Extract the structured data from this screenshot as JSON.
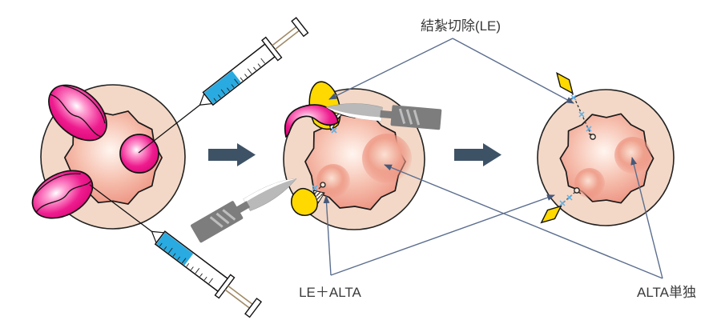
{
  "figure": {
    "type": "medical-procedure-diagram",
    "labels": {
      "top": "結紮切除(LE)",
      "bottom_left": "LE＋ALTA",
      "bottom_right": "ALTA単独"
    }
  },
  "icons": {
    "syringe": "syringe-icon",
    "scalpel": "scalpel-icon",
    "step_arrow": "step-arrow-icon",
    "suture_tie": "suture-tie-icon",
    "knot": "surgical-knot-icon"
  },
  "colors": {
    "hemorrhoid_magenta": "#e2077e",
    "ligature_yellow": "#ffd900",
    "syringe_blue": "#29abe2",
    "step_arrow": "#3e5266",
    "connector_line": "#5b6e8e",
    "outer_ring": "#f3d8c7",
    "inner_tissue": "#ea8170",
    "scalpel_gray": "#7d7d7d",
    "label_text": "#3a3a3a",
    "stitch_mark_blue": "#5fb0e5"
  }
}
